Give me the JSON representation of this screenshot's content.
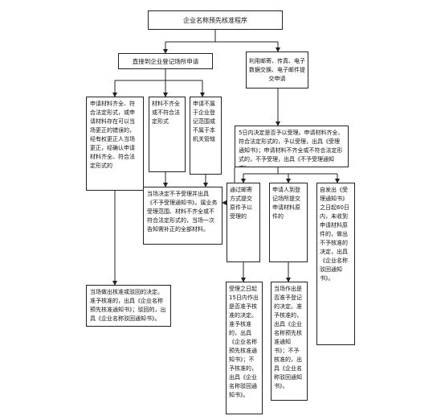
{
  "title": "企业名称预先核准程序",
  "branch_left": "直接到企业登记场所申请",
  "branch_right": "利用邮寄、传真、电子数据交换、电子邮件提交申请",
  "left_col1": "申请材料齐全、符合法定形式，或申请材料存在可以当场更正的错误的，经有权更正人当场更正，经确认申请材料齐全、符合法定形式的",
  "left_col2": "材料不齐全或不符合法定形式",
  "left_col3": "申请不属于企业登记范围或不属于本机关管辖",
  "left_decision": "当场决定不予受理并出具《不予受理通知书》。属业务受理范围、材料不齐全或不符合法定形式的，当场一次告知需补正的全部材料。",
  "left_final": "当场做出核准或驳回的决定。准予核准的，出具《企业名称预先核准通知书》；驳回的，出具《企业名称驳回通知书》。",
  "right_decision": "5日内决定是否予以受理。申请材料齐全、符合法定形式的，予以受理，出具《受理通知书》；申请材料不齐全或不符合法定形式的，不予受理，出具《不予受理通知书》。",
  "right_col1": "通过邮寄方式提交原件予以受理的",
  "right_col2": "申请人到登记场所提交申请材料原件的",
  "right_col3": "自发出《受理通知书》之日起60日内，未收到申请材料原件的，做出不予核准的决定，出具《企业名称驳回通知书》。",
  "right_col1_result": "受理之日起15日内作出是否准予核准的决定。准予核准的，出具《企业名称预先核准通知书》；不予核准的，出具《企业名称驳回通知书》。",
  "right_col2_result": "当场作出是否准予登记的决定。准予核准的，出具《企业名称预先核准通知书》；不予核准的，出具《企业名称驳回通知书》。"
}
